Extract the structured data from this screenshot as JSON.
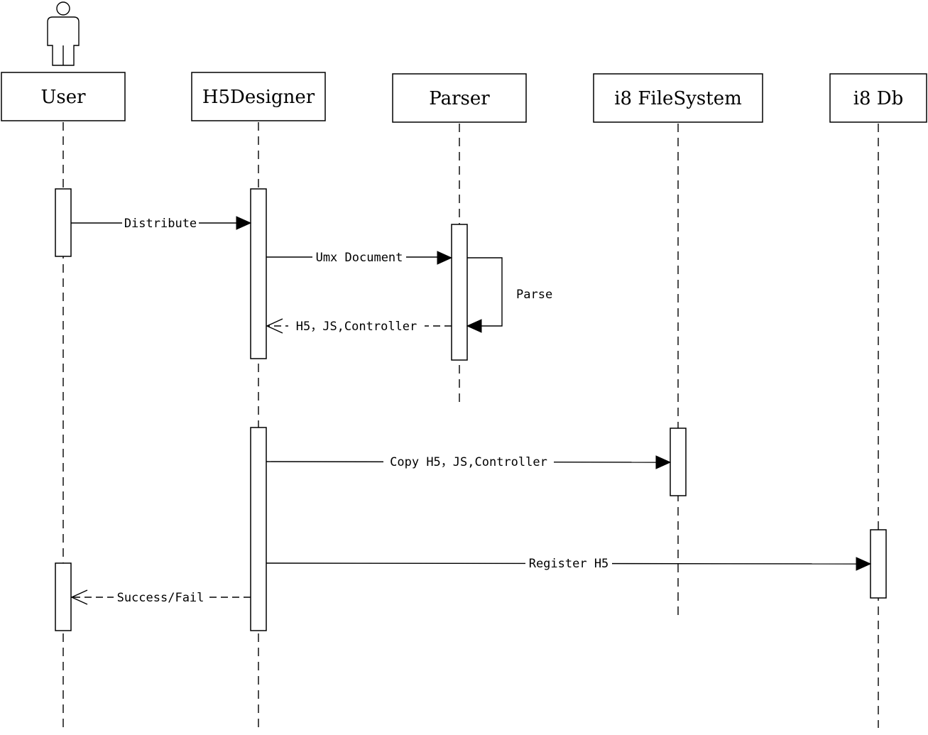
{
  "participants": [
    {
      "id": "user",
      "name": "User",
      "is_actor": true
    },
    {
      "id": "h5designer",
      "name": "H5Designer"
    },
    {
      "id": "parser",
      "name": "Parser"
    },
    {
      "id": "filesystem",
      "name": "i8 FileSystem"
    },
    {
      "id": "db",
      "name": "i8 Db"
    }
  ],
  "messages": [
    {
      "from": "user",
      "to": "h5designer",
      "label": "Distribute",
      "style": "sync"
    },
    {
      "from": "h5designer",
      "to": "parser",
      "label": "Umx Document",
      "style": "sync"
    },
    {
      "from": "parser",
      "to": "parser",
      "label": "Parse",
      "style": "self"
    },
    {
      "from": "parser",
      "to": "h5designer",
      "label": "H5，JS,Controller",
      "style": "return"
    },
    {
      "from": "h5designer",
      "to": "filesystem",
      "label": "Copy H5，JS,Controller",
      "style": "sync"
    },
    {
      "from": "h5designer",
      "to": "db",
      "label": "Register H5",
      "style": "sync"
    },
    {
      "from": "h5designer",
      "to": "user",
      "label": "Success/Fail",
      "style": "return"
    }
  ]
}
